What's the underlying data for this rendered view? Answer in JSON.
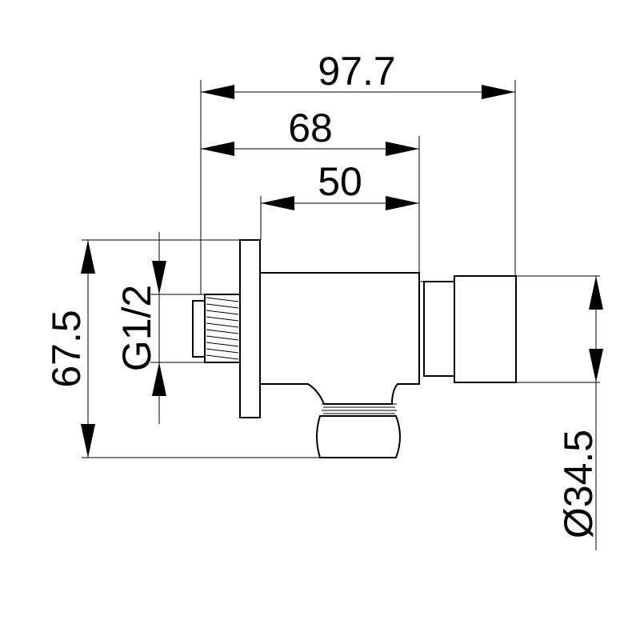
{
  "dimensions": {
    "overall_length": "97.7",
    "outlet_length": "68",
    "body_length": "50",
    "overall_height": "67.5",
    "thread": "G1/2",
    "flange_diameter": "Ø34.5"
  },
  "colors": {
    "line": "#000000",
    "background": "#ffffff"
  }
}
